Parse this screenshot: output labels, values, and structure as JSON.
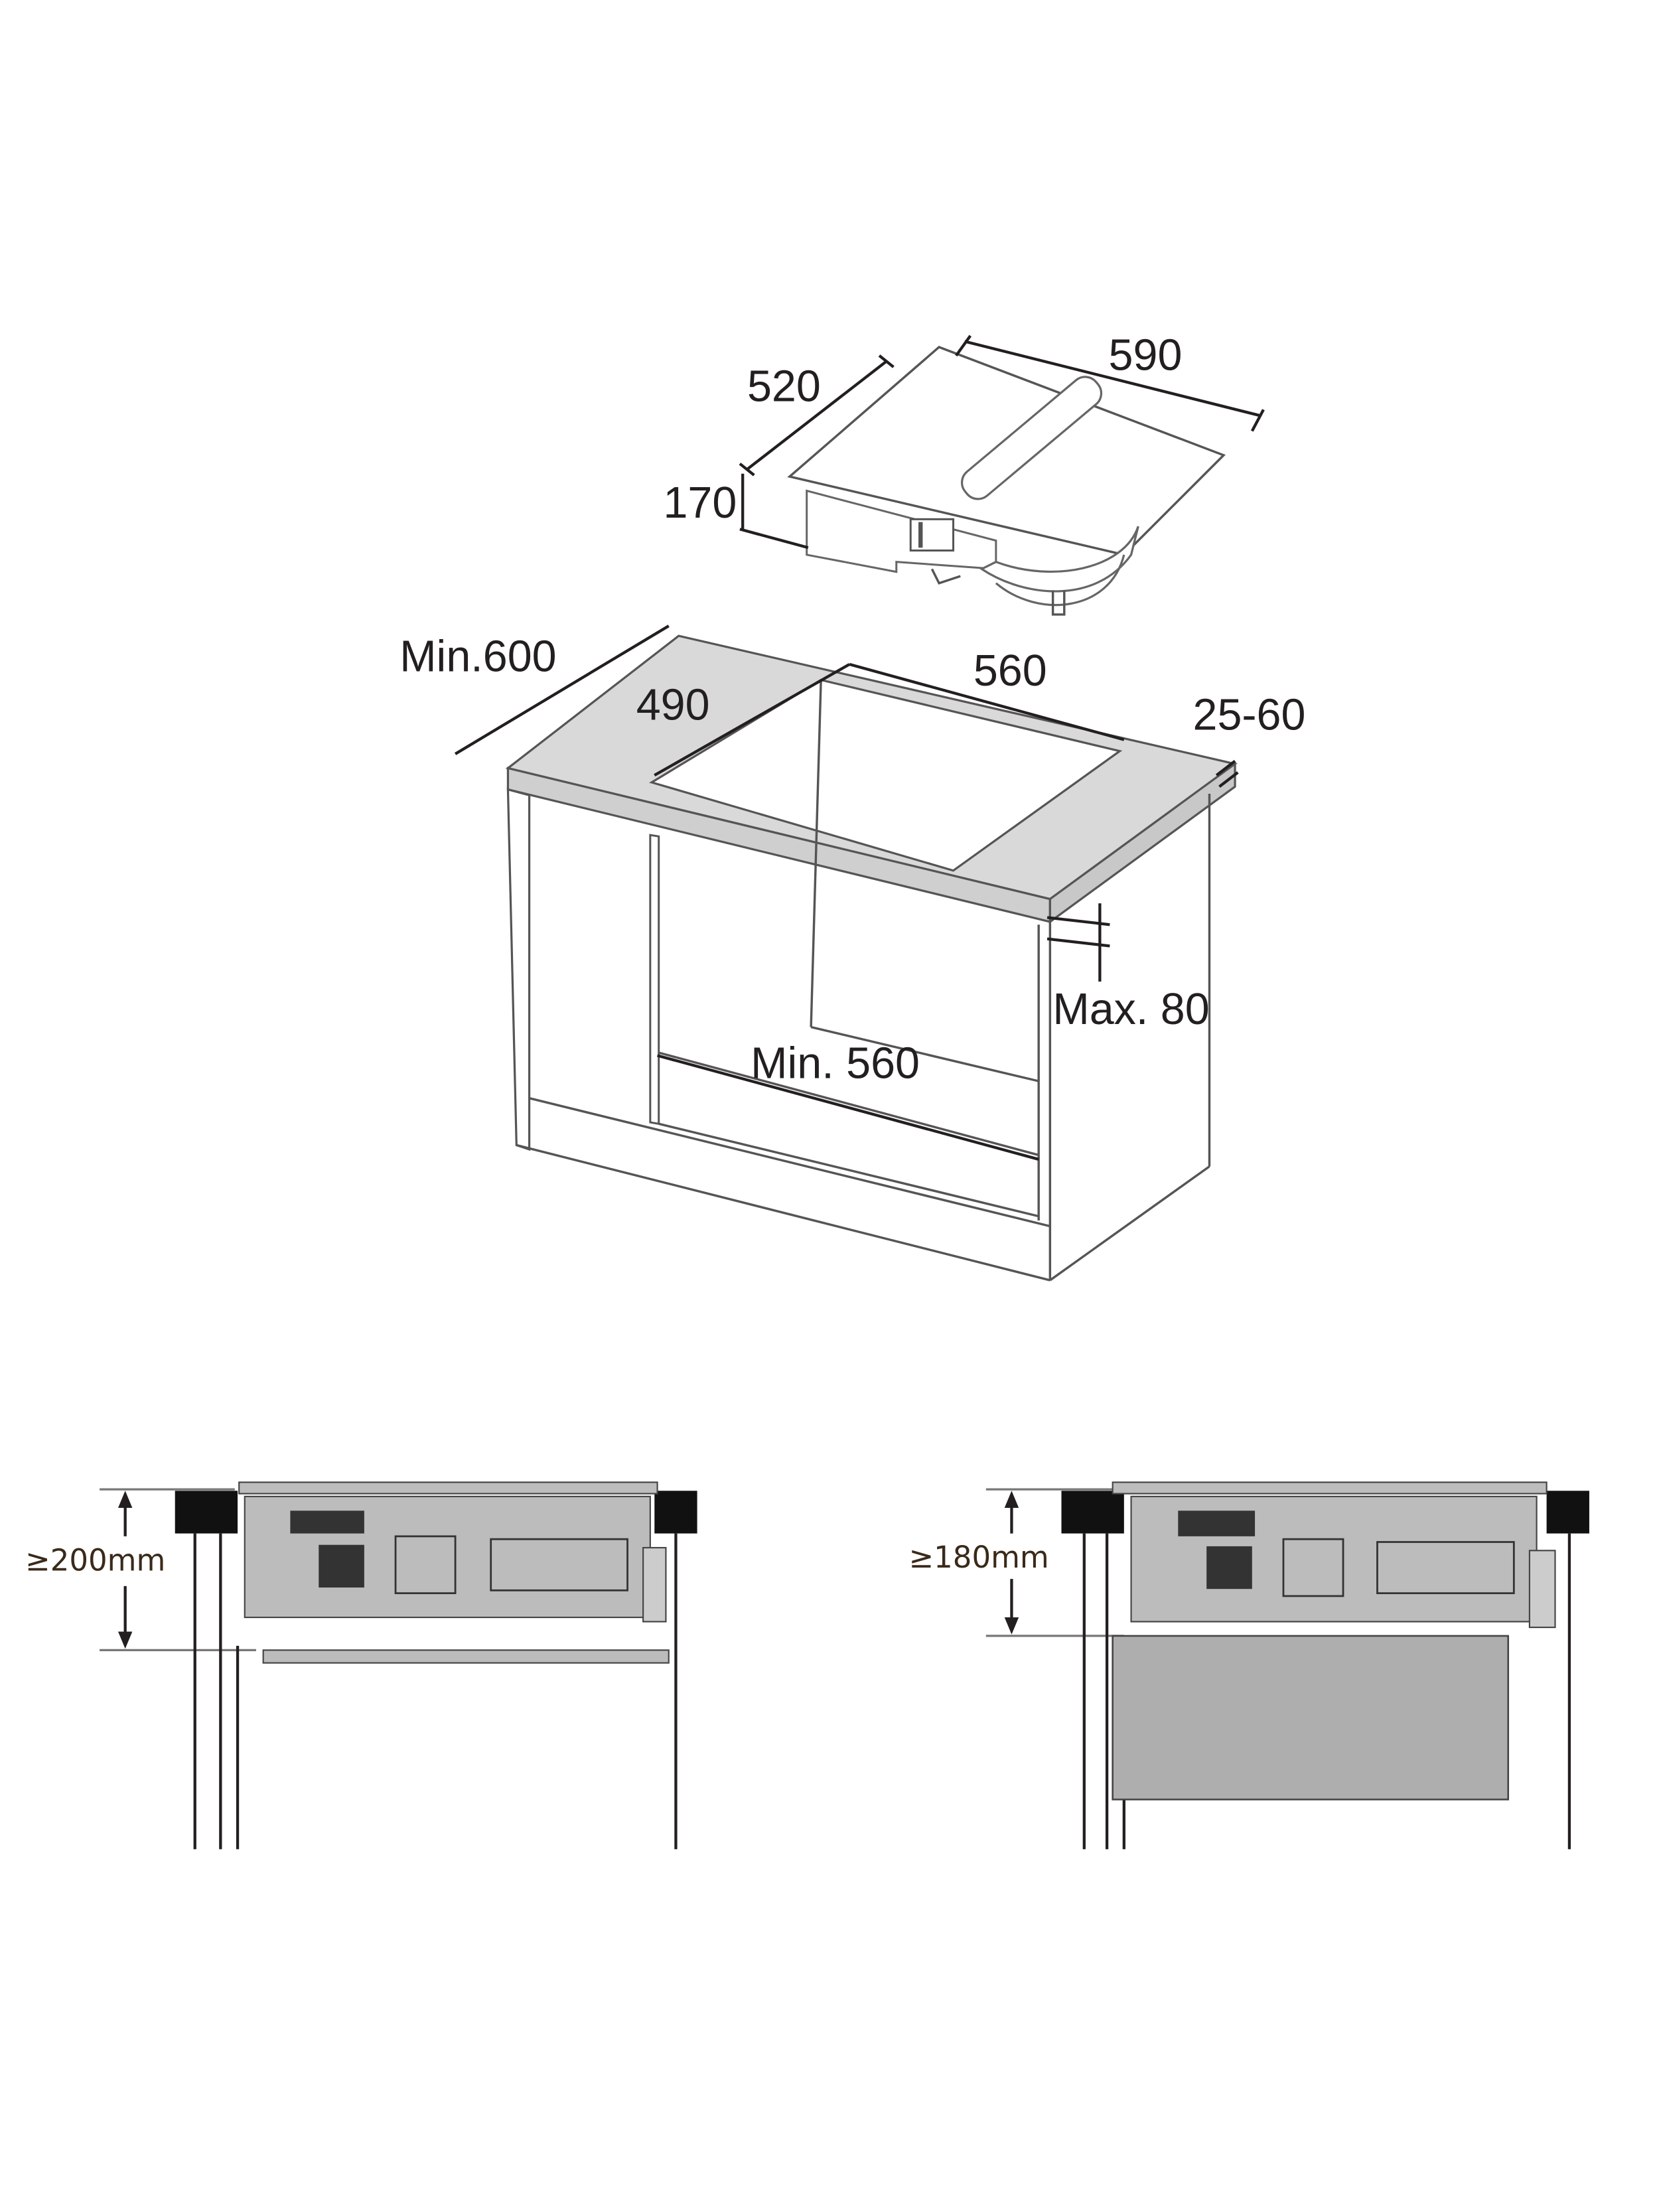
{
  "hob_dimensions": {
    "width": "590",
    "depth": "520",
    "height": "170"
  },
  "cabinet_dimensions": {
    "depth": "Min.600",
    "cutout_depth": "490",
    "cutout_width": "560",
    "worktop_thickness": "25-60",
    "max_overhang": "Max. 80",
    "inner_width": "Min. 560"
  },
  "section_left": {
    "clearance": "≥200mm"
  },
  "section_right": {
    "clearance": "≥180mm"
  },
  "colors": {
    "line": "#231f20",
    "fill_gray": "#b9b9b9",
    "worktop": "#d9d9d9",
    "block": "#111111"
  }
}
